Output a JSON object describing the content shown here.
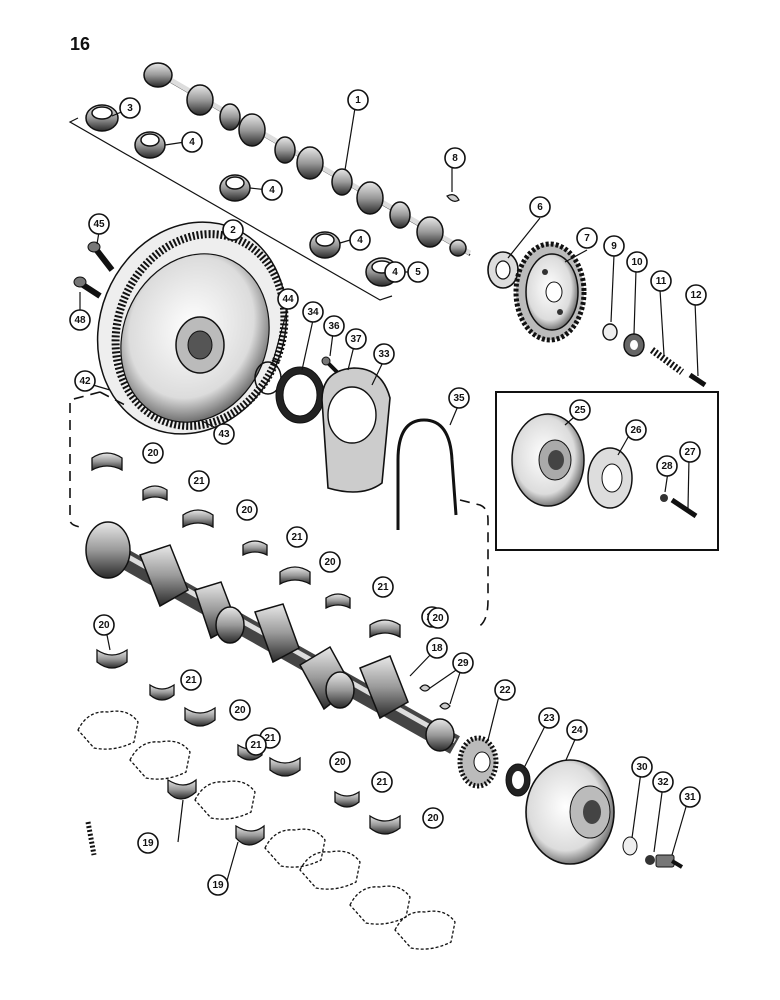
{
  "page_number": "16",
  "callouts": [
    "1",
    "2",
    "3",
    "4",
    "4",
    "4",
    "4",
    "5",
    "6",
    "7",
    "8",
    "9",
    "10",
    "11",
    "12",
    "20",
    "20",
    "20",
    "20",
    "20",
    "20",
    "20",
    "20",
    "20",
    "21",
    "21",
    "21",
    "21",
    "21",
    "21",
    "21",
    "18",
    "19",
    "19",
    "22",
    "23",
    "24",
    "25",
    "26",
    "27",
    "28",
    "29",
    "30",
    "31",
    "32",
    "33",
    "34",
    "35",
    "36",
    "37",
    "42",
    "43",
    "44",
    "45",
    "48"
  ]
}
